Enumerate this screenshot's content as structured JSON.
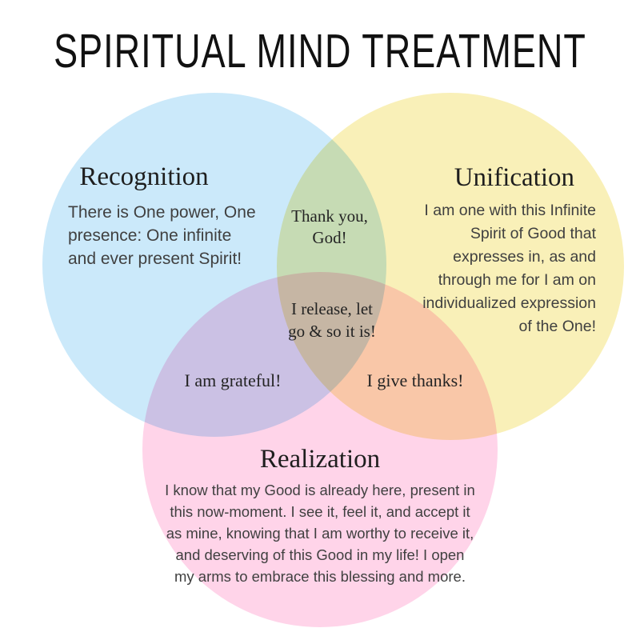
{
  "title": "SPIRITUAL MIND TREATMENT",
  "colors": {
    "blue": "#cbe9fa",
    "yellow": "#f9f0b8",
    "pink": "#ffd4e9",
    "title_text": "#111111",
    "heading_text": "#1e1e1e",
    "body_text": "#404040",
    "overlap_text": "#242424",
    "background": "#ffffff"
  },
  "venn": {
    "circles": [
      {
        "id": "recognition",
        "heading": "Recognition",
        "body": "There is One power, One\npresence: One infinite\nand ever present Spirit!",
        "color_key": "blue"
      },
      {
        "id": "unification",
        "heading": "Unification",
        "body": "I am one with this Infinite\nSpirit of Good that\nexpresses in, as and\nthrough me for I am on\nindividualized expression\nof the One!",
        "color_key": "yellow"
      },
      {
        "id": "realization",
        "heading": "Realization",
        "body": "I know that my Good is already here, present in\nthis now-moment. I see it, feel it, and accept it\nas mine, knowing that I am worthy to receive it,\nand deserving of this Good in my life! I open\nmy arms to embrace this blessing and more.",
        "color_key": "pink"
      }
    ],
    "overlaps": {
      "recognition_unification": "Thank you,\nGod!",
      "center": "I release, let\ngo & so it is!",
      "recognition_realization": "I am grateful!",
      "unification_realization": "I give thanks!"
    }
  }
}
